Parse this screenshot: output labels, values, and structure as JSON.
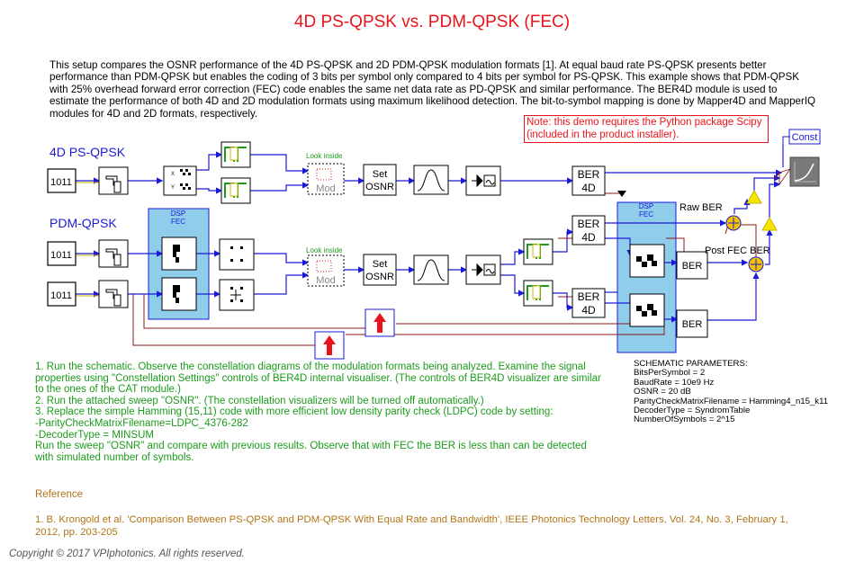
{
  "title": "4D PS-QPSK vs. PDM-QPSK (FEC)",
  "intro": "This setup compares the OSNR performance of the 4D PS-QPSK and 2D PDM-QPSK modulation formats [1]. At equal baud rate PS-QPSK presents better performance than PDM-QPSK but enables the coding of 3 bits per symbol only compared to 4 bits per symbol for PS-QPSK. This  example shows that PDM-QPSK with 25% overhead forward error correction (FEC) code enables the same net data rate as PD-QPSK and similar performance. The BER4D module is used to estimate the performance of both 4D and 2D modulation formats using maximum likelihood detection. The bit-to-symbol mapping is done by Mapper4D and MapperIQ modules for 4D and 2D formats, respectively.",
  "note": "Note: this demo requires the Python package Scipy (included in the product installer).",
  "labels": {
    "ps_qpsk": "4D PS-QPSK",
    "pdm_qpsk": "PDM-QPSK",
    "look_inside": "Look inside",
    "dsp": "DSP",
    "fec": "FEC",
    "raw_ber": "Raw BER",
    "post_fec_ber": "Post FEC BER",
    "const": "Const",
    "set": "Set",
    "osnr": "OSNR",
    "ber": "BER",
    "four_d": "4D",
    "bits": "1011",
    "mod": "Mod"
  },
  "steps": [
    "1. Run the schematic. Observe the constellation diagrams of the modulation formats being analyzed. Examine the signal",
    "properties using \"Constellation Settings\" controls of BER4D internal visualiser. (The controls of BER4D visualizer are similar",
    "to the ones of the CAT module.)",
    "2. Run the attached sweep \"OSNR\". (The constellation visualizers will be turned off automatically.)",
    "3. Replace the simple Hamming (15,11) code with more efficient low density parity check (LDPC) code by setting:",
    "-ParityCheckMatrixFilename=LDPC_4376-282",
    "-DecoderType = MINSUM",
    "Run the sweep \"OSNR\" and compare with previous results. Observe that with FEC the BER is less than can be detected",
    "with simulated number of symbols."
  ],
  "params": {
    "heading": "SCHEMATIC PARAMETERS:",
    "lines": [
      "BitsPerSymbol = 2",
      "BaudRate = 10e9 Hz",
      "OSNR = 20 dB",
      "ParityCheckMatrixFilename = Hamming4_n15_k11",
      "DecoderType = SyndromTable",
      "NumberOfSymbols = 2^15"
    ]
  },
  "reference": {
    "heading": "Reference",
    "text": "1. B. Krongold et al. 'Comparison Between PS-QPSK and PDM-QPSK With Equal Rate and Bandwidth', IEEE Photonics Technology Letters, Vol. 24, No. 3, February 1, 2012, pp. 203-205"
  },
  "copyright": "Copyright © 2017 VPIphotonics. All rights reserved.",
  "colors": {
    "title": "#e8141b",
    "section": "#1a1ad8",
    "steps": "#1c9b1c",
    "reference": "#b07415",
    "wire": "#1a1ad8",
    "wire_red": "#8b1a1a",
    "dsp_fill": "#8fcdea",
    "sum_fill": "#f5c200"
  }
}
